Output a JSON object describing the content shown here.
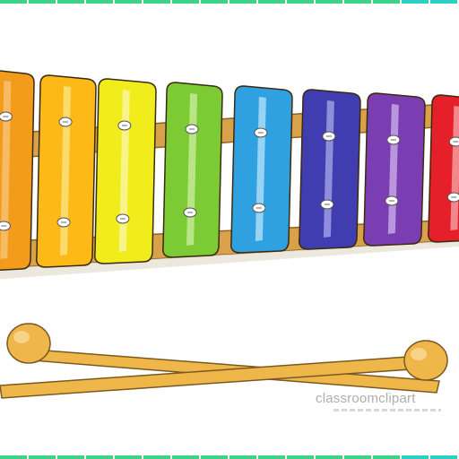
{
  "scene": {
    "subject": "xylophone",
    "watermark": "classroomclipart",
    "frame_color": "#3ed38a",
    "frame_color_right": "#2fd0c4",
    "bars": [
      {
        "name": "orange-bar",
        "color": "#f39c1b",
        "light": "#f8c070"
      },
      {
        "name": "yellow-orange-bar",
        "color": "#fcb918",
        "light": "#fde07a"
      },
      {
        "name": "yellow-bar",
        "color": "#f1ec1c",
        "light": "#f9f69c"
      },
      {
        "name": "green-bar",
        "color": "#7cca34",
        "light": "#c6ea96"
      },
      {
        "name": "blue-bar",
        "color": "#2fa0e0",
        "light": "#a9dcf7"
      },
      {
        "name": "indigo-bar",
        "color": "#3f3db0",
        "light": "#9e9ce4"
      },
      {
        "name": "purple-bar",
        "color": "#7a3eb2",
        "light": "#c7a6e6"
      },
      {
        "name": "red-bar",
        "color": "#e5202a",
        "light": "#f49a9e"
      }
    ],
    "frame_wood": "#d9a24a",
    "mallet_color": "#efb649"
  }
}
